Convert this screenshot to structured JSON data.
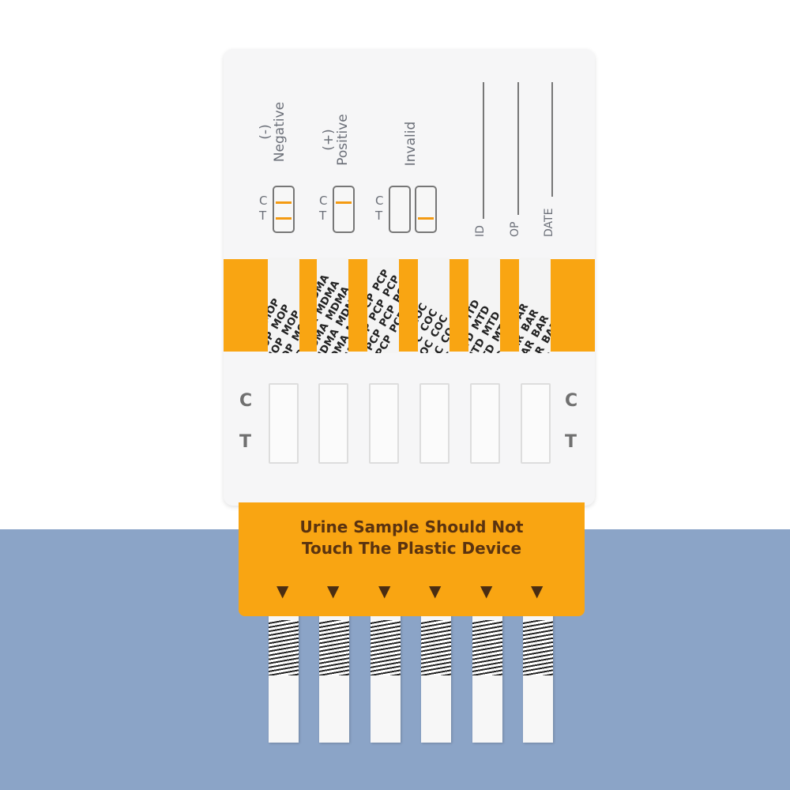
{
  "legend": {
    "negative": {
      "sign": "(-)",
      "label": "Negative"
    },
    "positive": {
      "sign": "(+)",
      "label": "Positive"
    },
    "invalid": {
      "label": "Invalid"
    },
    "c": "C",
    "t": "T"
  },
  "fields": {
    "id": "ID",
    "op": "OP",
    "date": "DATE"
  },
  "drugs": [
    "MOP",
    "MDMA",
    "PCP",
    "COC",
    "MTD",
    "BAR"
  ],
  "result_labels": {
    "c": "C",
    "t": "T"
  },
  "warning": {
    "line1": "Urine Sample Should Not",
    "line2": "Touch The Plastic Device"
  },
  "colors": {
    "accent": "#f9a512",
    "background_lower": "#8ba4c7",
    "line": "#f39a12"
  }
}
